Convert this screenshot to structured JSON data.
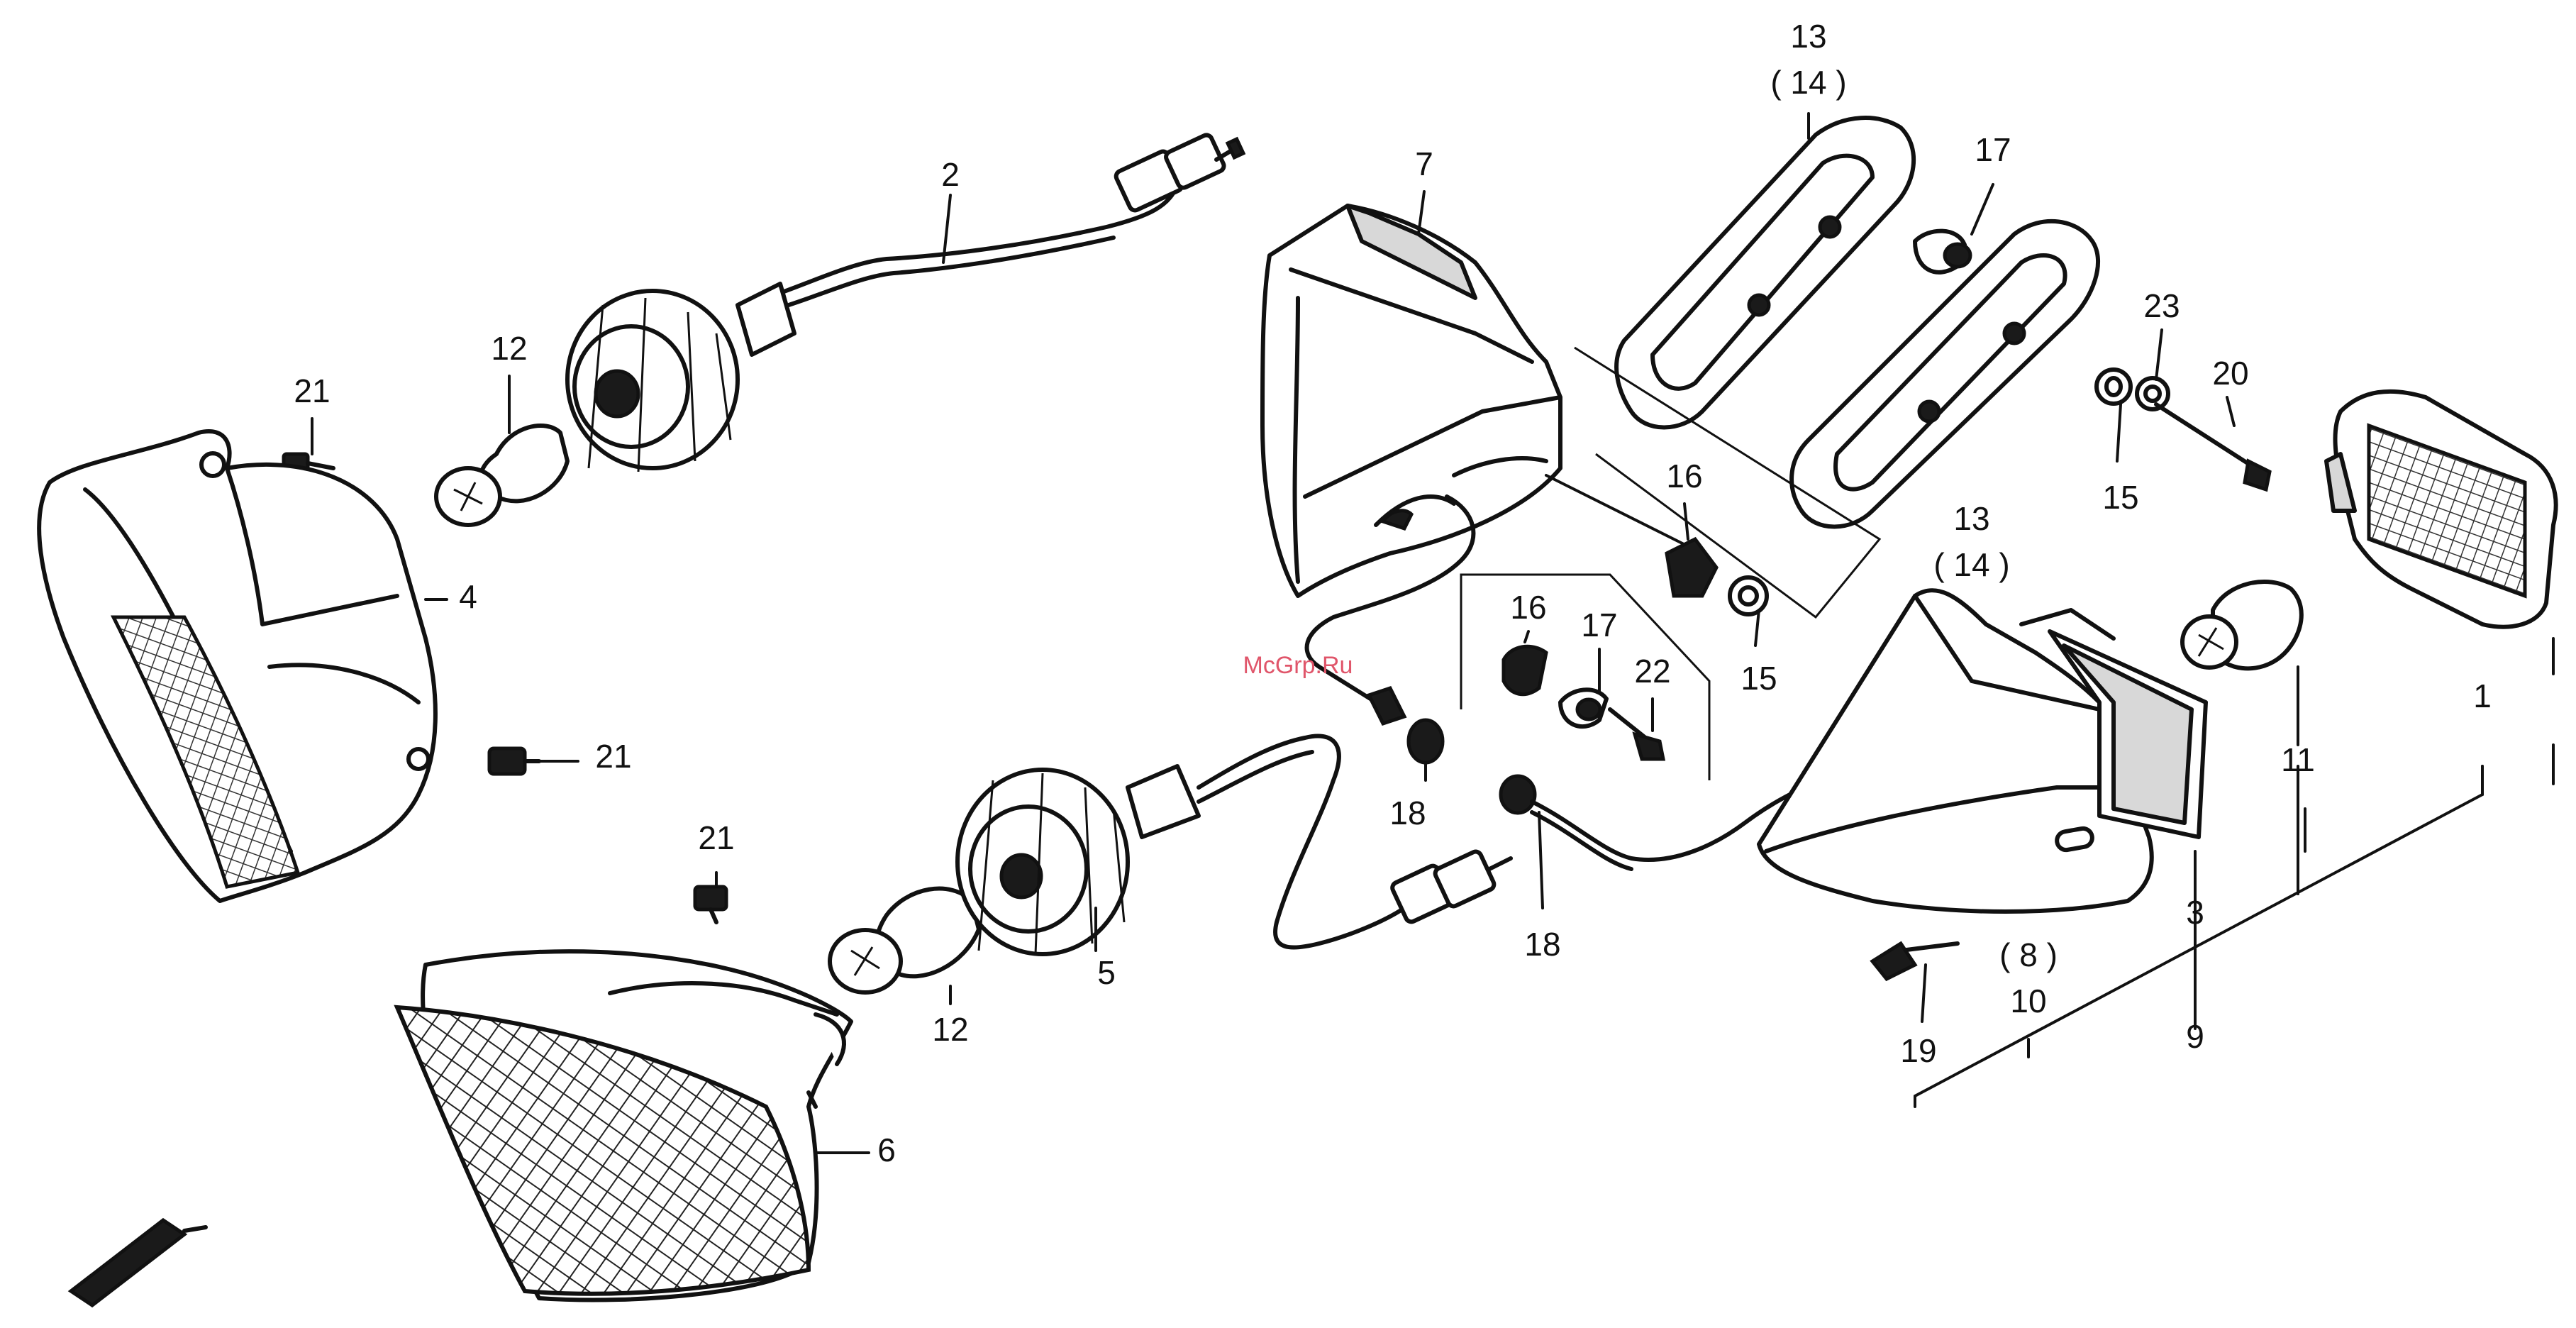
{
  "watermark": "McGrp.Ru",
  "callouts": {
    "c1": "1",
    "c2": "2",
    "c3": "3",
    "c4": "4",
    "c5": "5",
    "c6": "6",
    "c7": "7",
    "c8": "( 8 )",
    "c9": "9",
    "c10": "10",
    "c11": "11",
    "c12a": "12",
    "c12b": "12",
    "c13a": "13",
    "c14a": "( 14 )",
    "c13b": "13",
    "c14b": "( 14 )",
    "c15a": "15",
    "c15b": "15",
    "c16a": "16",
    "c16b": "16",
    "c17a": "17",
    "c17b": "17",
    "c18a": "18",
    "c18b": "18",
    "c19": "19",
    "c20": "20",
    "c21a": "21",
    "c21b": "21",
    "c21c": "21",
    "c22": "22",
    "c23": "23"
  }
}
